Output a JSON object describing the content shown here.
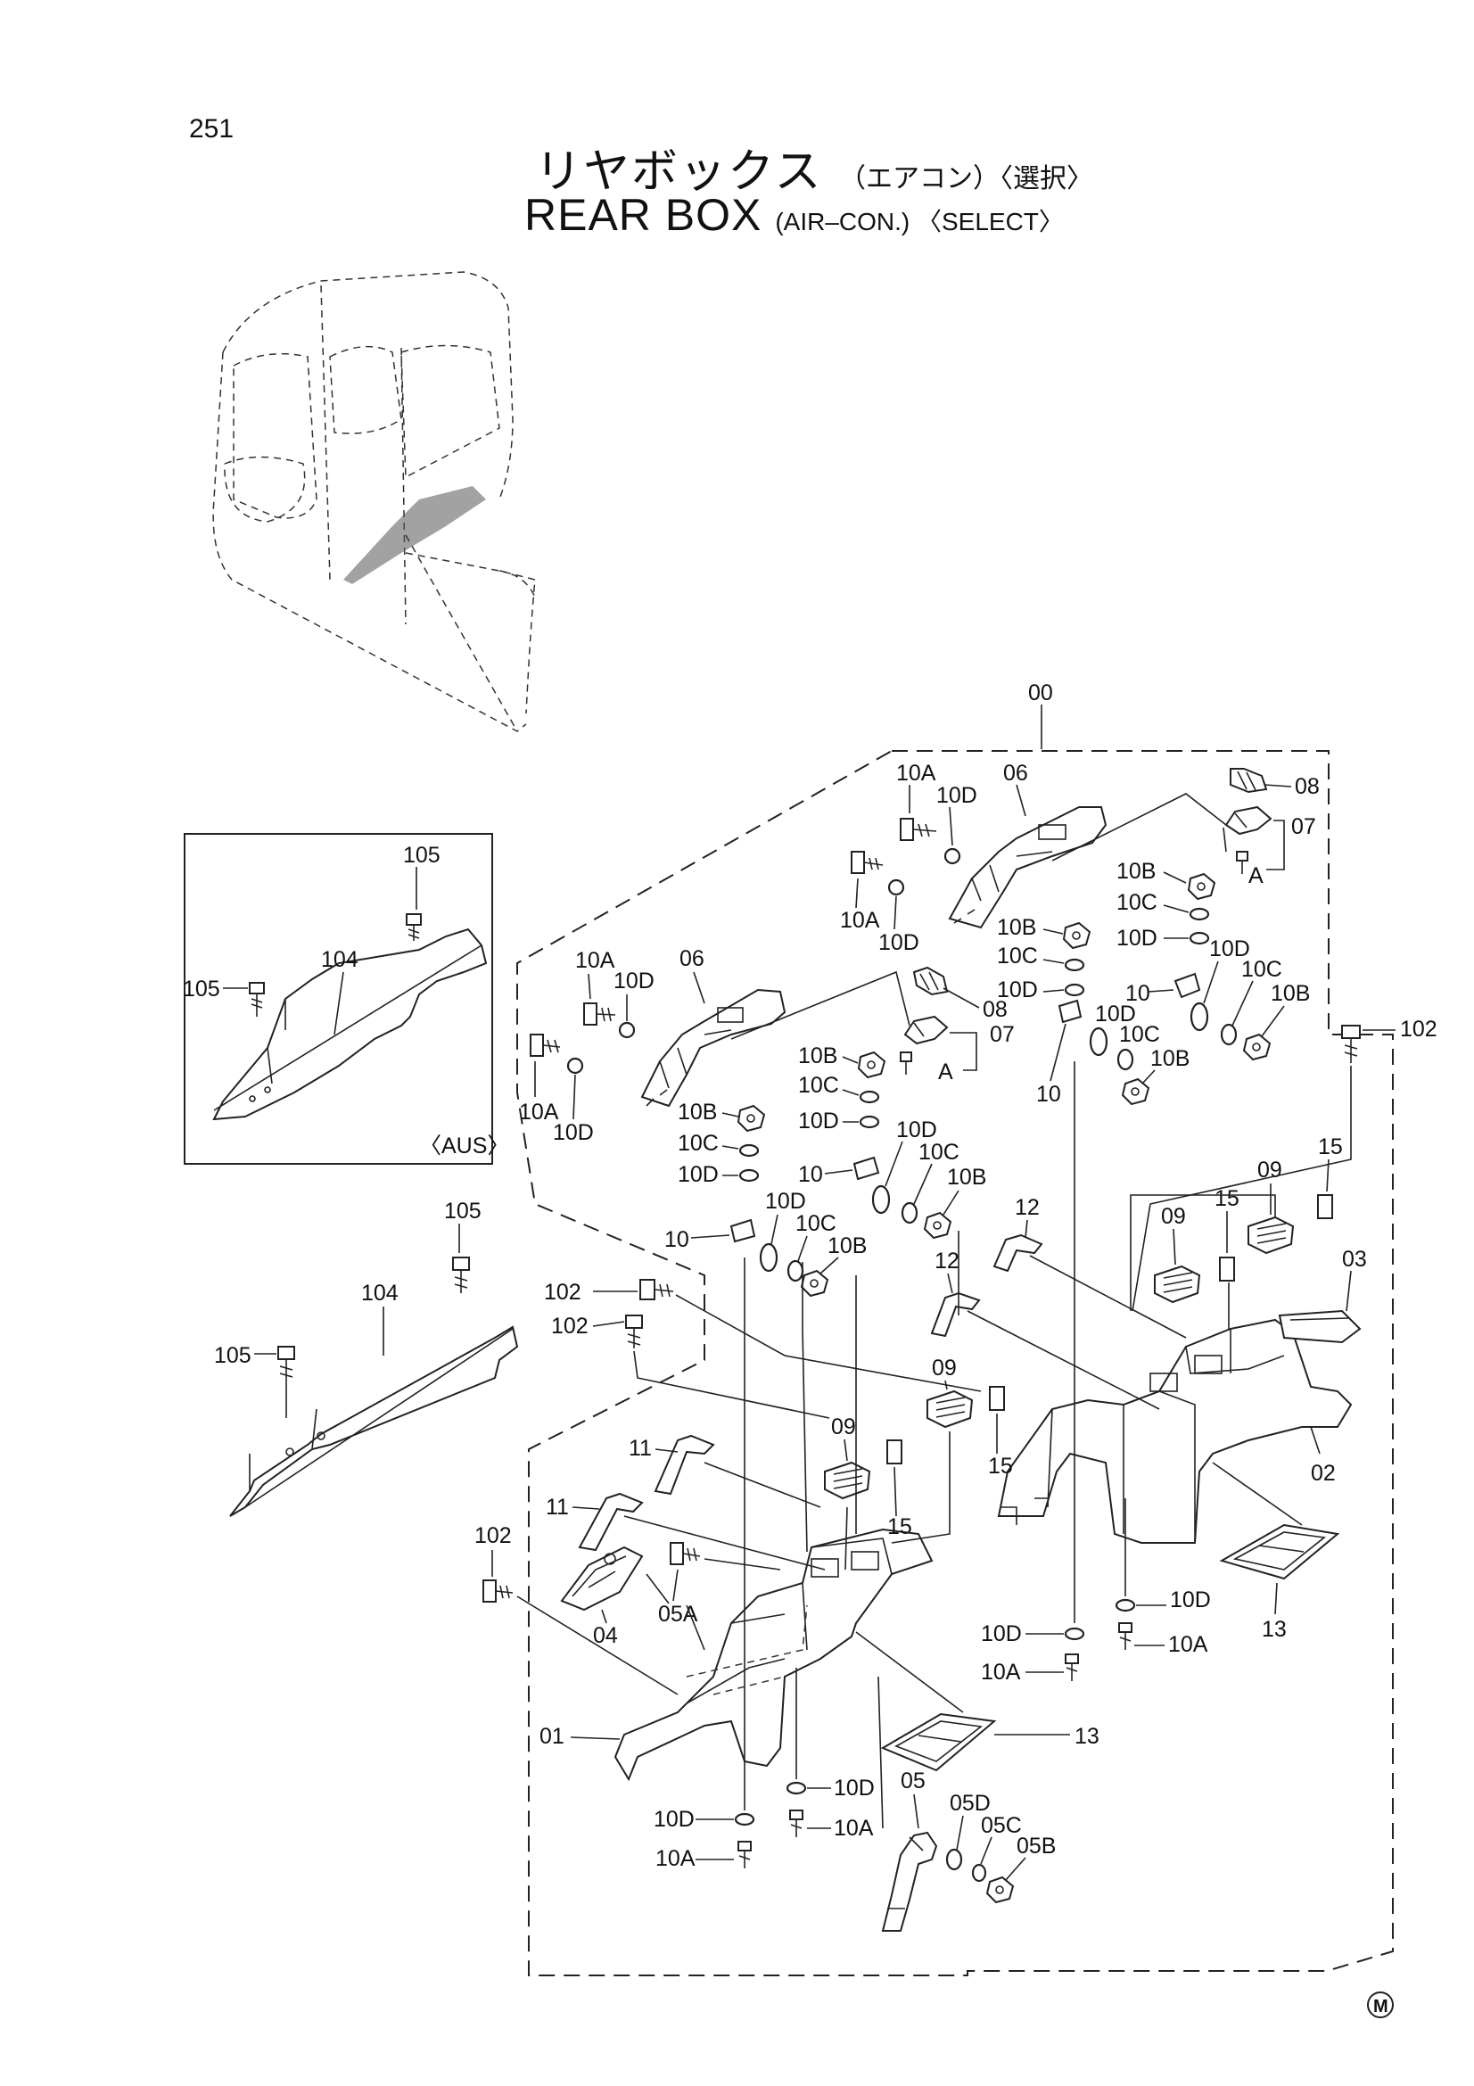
{
  "page_number": "251",
  "title_jp": {
    "main": "リヤボックス",
    "sub": "（エアコン）〈選択〉"
  },
  "title_en": {
    "main": "REAR BOX",
    "sub": "(AIR–CON.) 〈SELECT〉"
  },
  "inset_label": "〈AUS〉",
  "mark": "M",
  "labels": {
    "l00": "00",
    "l01": "01",
    "l02": "02",
    "l03": "03",
    "l04": "04",
    "l05": "05",
    "l05A": "05A",
    "l05B": "05B",
    "l05C": "05C",
    "l05D": "05D",
    "l06a": "06",
    "l06b": "06",
    "l07a": "07",
    "l07b": "07",
    "l08a": "08",
    "l08b": "08",
    "l09a": "09",
    "l09b": "09",
    "l09c": "09",
    "l09d": "09",
    "l10a": "10",
    "l10b": "10",
    "l10c": "10",
    "l10d": "10",
    "l10A1": "10A",
    "l10A2": "10A",
    "l10A3": "10A",
    "l10A4": "10A",
    "l10A5": "10A",
    "l10A6": "10A",
    "l10A7": "10A",
    "l10A8": "10A",
    "l10B1": "10B",
    "l10B2": "10B",
    "l10B3": "10B",
    "l10B4": "10B",
    "l10B5": "10B",
    "l10B6": "10B",
    "l10B7": "10B",
    "l10B8": "10B",
    "l10C1": "10C",
    "l10C2": "10C",
    "l10C3": "10C",
    "l10C4": "10C",
    "l10C5": "10C",
    "l10C6": "10C",
    "l10C7": "10C",
    "l10C8": "10C",
    "l10D1": "10D",
    "l10D2": "10D",
    "l10D3": "10D",
    "l10D4": "10D",
    "l10D5": "10D",
    "l10D6": "10D",
    "l10D7": "10D",
    "l10D8": "10D",
    "l10D9": "10D",
    "l10D10": "10D",
    "l10D11": "10D",
    "l10D12": "10D",
    "l10D13": "10D",
    "l10D14": "10D",
    "l10D15": "10D",
    "l10D16": "10D",
    "l11a": "11",
    "l11b": "11",
    "l12a": "12",
    "l12b": "12",
    "l13a": "13",
    "l13b": "13",
    "l15a": "15",
    "l15b": "15",
    "l15c": "15",
    "l15d": "15",
    "l102a": "102",
    "l102b": "102",
    "l102c": "102",
    "l102d": "102",
    "l104a": "104",
    "l104b": "104",
    "l105a": "105",
    "l105b": "105",
    "l105c": "105",
    "l105d": "105",
    "lAa": "A",
    "lAb": "A"
  }
}
